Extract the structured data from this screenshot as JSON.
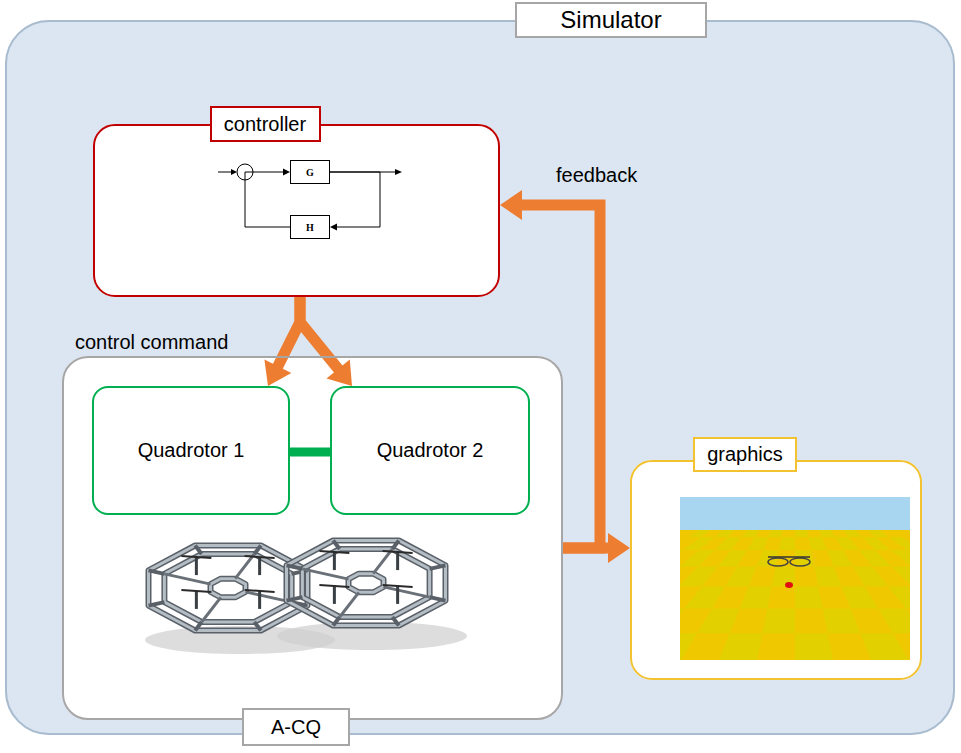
{
  "diagram": {
    "nodes": [
      {
        "text": [
          "Simulator"
        ]
      },
      {
        "text": [
          "controller"
        ],
        "in": 0
      },
      {
        "text": [
          "G"
        ],
        "in": 1
      },
      {
        "text": [
          "H"
        ],
        "in": 1
      },
      {
        "text": [
          "A-CQ"
        ],
        "in": 0
      },
      {
        "text": [
          "Quadrotor 1"
        ],
        "in": 4
      },
      {
        "text": [
          "Quadrotor 2"
        ],
        "in": 4
      },
      {
        "text": [
          "graphics"
        ],
        "in": 0
      }
    ],
    "edges": [
      {
        "from": 1,
        "to": 5,
        "label": "control command",
        "arrow": "to"
      },
      {
        "from": 1,
        "to": 6,
        "arrow": "to"
      },
      {
        "from": 5,
        "to": 6,
        "arrow": "none"
      },
      {
        "from": 4,
        "to": 7,
        "arrow": "to"
      },
      {
        "from": 4,
        "to": 1,
        "label": "feedback",
        "arrow": "to"
      },
      {
        "from": 2,
        "to": 3,
        "arrow": "to"
      },
      {
        "from": 3,
        "to": 2,
        "arrow": "to"
      }
    ]
  }
}
